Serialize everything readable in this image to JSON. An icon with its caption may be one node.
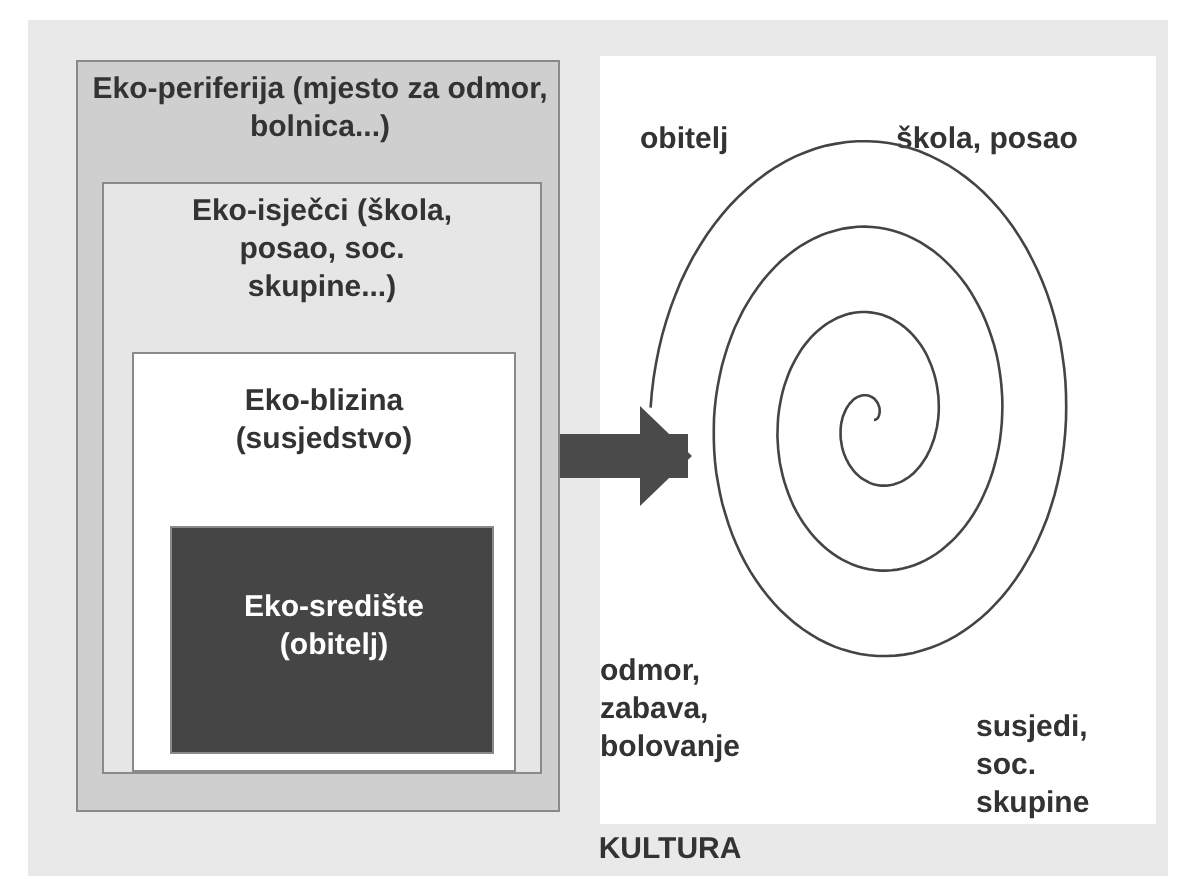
{
  "diagram": {
    "nodes": [
      {
        "text": [
          "Eko-periferija (mjesto za odmor, bolnica...)"
        ]
      },
      {
        "text": [
          "Eko-isječci (škola, posao, soc. skupine...)"
        ],
        "in": 0
      },
      {
        "text": [
          "Eko-blizina (susjedstvo)"
        ],
        "in": 1
      },
      {
        "text": [
          "Eko-središte (obitelj)"
        ],
        "in": 2
      },
      {
        "text": [
          "obitelj",
          "škola, posao",
          "odmor, zabava, bolovanje",
          "susjedi, soc. skupine"
        ]
      }
    ],
    "edges": [
      {
        "from": 0,
        "to": 4,
        "arrow": "to"
      }
    ],
    "labels": [
      "KULTURA"
    ]
  }
}
